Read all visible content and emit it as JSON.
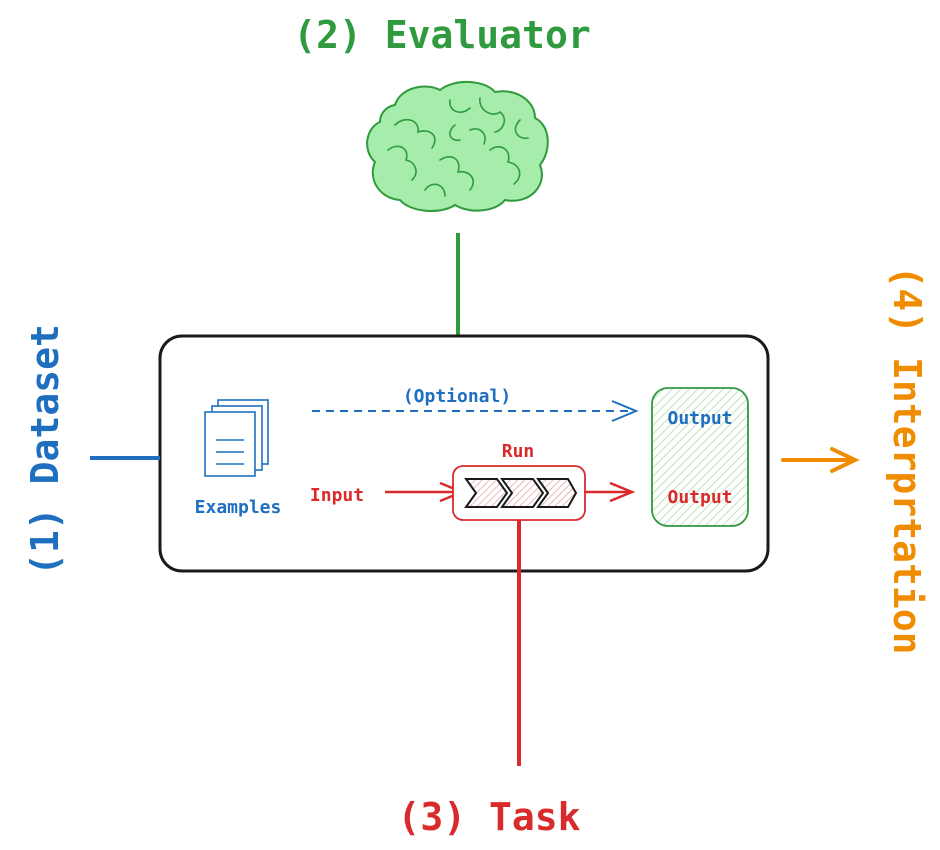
{
  "colors": {
    "dataset": "#1e6fbf",
    "evaluator": "#2f9a3e",
    "task": "#d92b2b",
    "interpretation": "#f08c00",
    "brain_fill": "#a6ecaa",
    "output_fill": "#eaf7ea",
    "run_fill": "#f9d6d6",
    "ink": "#1a1a1a"
  },
  "labels": {
    "evaluator": "(2) Evaluator",
    "dataset": "(1) Dataset",
    "task": "(3) Task",
    "interpretation": "(4) Interprtation"
  },
  "inner": {
    "optional": "(Optional)",
    "run": "Run",
    "examples": "Examples",
    "input": "Input",
    "output_top": "Output",
    "output_bottom": "Output"
  },
  "icons": [
    "brain-icon",
    "documents-icon",
    "run-chevron-icon"
  ]
}
